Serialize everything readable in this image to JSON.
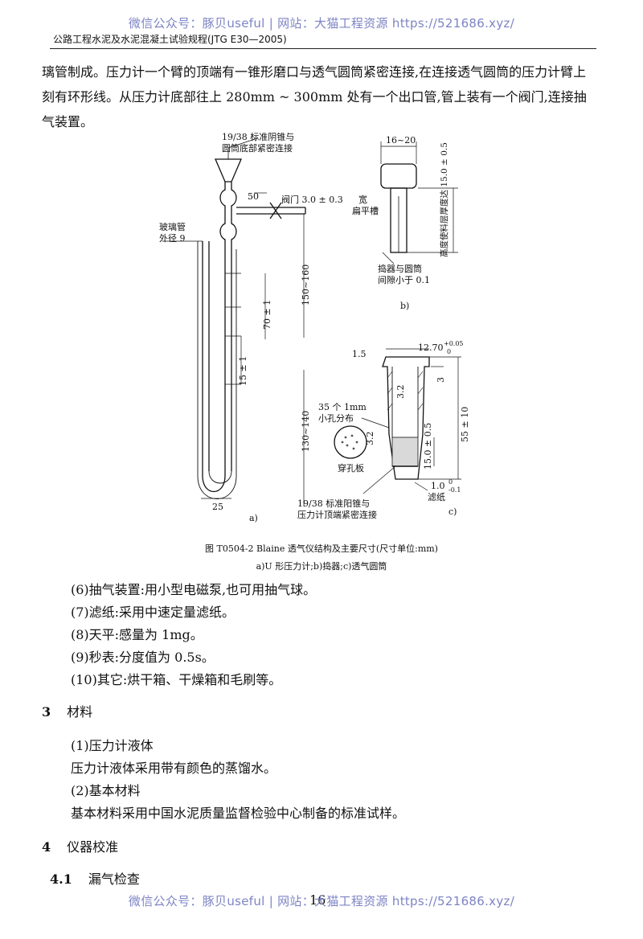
{
  "watermark": "微信公众号：豚贝useful | 网站：大猫工程资源 https://521686.xyz/",
  "header": "公路工程水泥及水泥混凝土试验规程(JTG E30—2005)",
  "intro_paragraph": "璃管制成。压力计一个臂的顶端有一锥形磨口与透气圆筒紧密连接,在连接透气圆筒的压力计臂上刻有环形线。从压力计底部往上 280mm ~ 300mm 处有一个出口管,管上装有一个阀门,连接抽气装置。",
  "figure": {
    "a": {
      "conn_top": "19/38 标准阴锥与",
      "conn_top2": "圆筒底部紧密连接",
      "d50": "50",
      "valve": "阀门 3.0 ± 0.3",
      "glass1": "玻璃管",
      "glass2": "外径 9",
      "d150": "150~160",
      "d70": "70 ± 1",
      "d15": "15 ± 1",
      "d130": "130~140",
      "d25": "25",
      "label": "a)"
    },
    "b": {
      "d16": "16~20",
      "wide1": "宽",
      "wide2": "扁平槽",
      "height": "高度使料层厚度达 15.0 ± 0.5",
      "gap1": "捣器与圆筒",
      "gap2": "间隙小于 0.1",
      "label": "b)"
    },
    "c": {
      "d15": "1.5",
      "d1270": "12.70",
      "tol_up": "+0.05",
      "tol_low": "0",
      "d3": "3",
      "d32a": "3.2",
      "holes1": "35 个 1mm",
      "holes2": "小孔分布",
      "d32b": "3.2",
      "d55": "55 ± 10",
      "d150": "15.0 ± 0.5",
      "plate": "穿孔板",
      "d10": "1.0",
      "d10_up": "0",
      "d10_low": "-0.1",
      "filter": "滤纸",
      "conn1": "19/38 标准阳锥与",
      "conn2": "压力计顶端紧密连接",
      "label": "c)"
    }
  },
  "caption": {
    "title": "图 T0504-2   Blaine 透气仪结构及主要尺寸(尺寸单位:mm)",
    "sub": "a)U 形压力计;b)捣器;c)透气圆筒"
  },
  "items": [
    "(6)抽气装置:用小型电磁泵,也可用抽气球。",
    "(7)滤纸:采用中速定量滤纸。",
    "(8)天平:感量为 1mg。",
    "(9)秒表:分度值为 0.5s。",
    "(10)其它:烘干箱、干燥箱和毛刷等。"
  ],
  "section3": {
    "num": "3",
    "title": "材料"
  },
  "materials": [
    "(1)压力计液体",
    "压力计液体采用带有颜色的蒸馏水。",
    "(2)基本材料",
    "基本材料采用中国水泥质量监督检验中心制备的标准试样。"
  ],
  "section4": {
    "num": "4",
    "title": "仪器校准"
  },
  "section41": {
    "num": "4.1",
    "title": "漏气检查"
  },
  "page_number": "16"
}
